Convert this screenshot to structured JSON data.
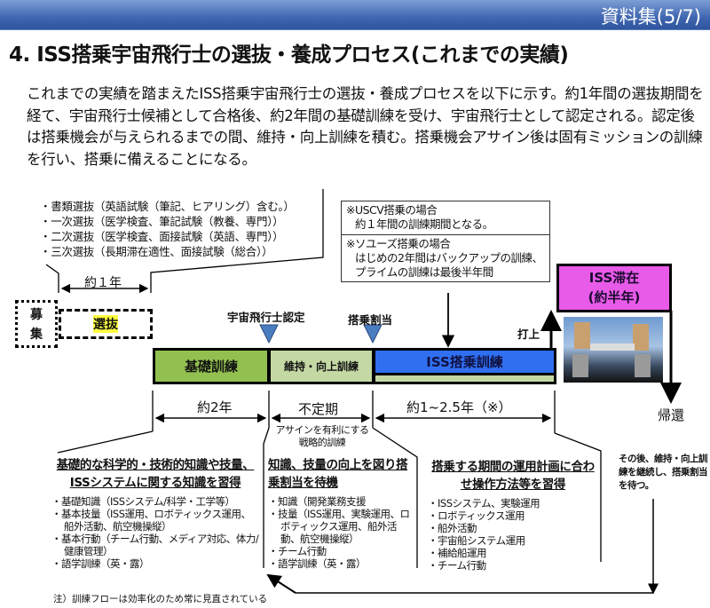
{
  "header": {
    "section": "資料集(5/7)"
  },
  "title": "4. ISS搭乗宇宙飛行士の選抜・養成プロセス(これまでの実績)",
  "intro": "これまでの実績を踏まえたISS搭乗宇宙飛行士の選抜・養成プロセスを以下に示す。約1年間の選抜期間を経て、宇宙飛行士候補として合格後、約2年間の基礎訓練を受け、宇宙飛行士として認定される。認定後は搭乗機会が与えられるまでの間、維持・向上訓練を積む。搭乗機会アサイン後は固有ミッションの訓練を行い、搭乗に備えることになる。",
  "selection_steps": [
    "書類選抜（英語試験（筆記、ヒアリング）含む。）",
    "一次選抜（医学検査、筆記試験（教養、専門））",
    "二次選抜（医学検査、面接試験（英語、専門））",
    "三次選抜（長期滞在適性、面接試験（総合））"
  ],
  "notes": {
    "uscv_title": "※USCV搭乗の場合",
    "uscv_text": "約１年間の訓練期間となる。",
    "soyuz_title": "※ソユーズ搭乗の場合",
    "soyuz_text1": "はじめの2年間はバックアップの訓練、",
    "soyuz_text2": "プライムの訓練は最後半年間"
  },
  "timeline": {
    "recruit": "募集",
    "selection": "選抜",
    "selection_span": "約１年",
    "certification": "宇宙飛行士認定",
    "assignment": "搭乗割当",
    "basic": "基礎訓練",
    "maintain": "維持・向上訓練",
    "iss_training": "ISS搭乗訓練",
    "launch": "打上",
    "iss_stay_1": "ISS滞在",
    "iss_stay_2": "(約半年)",
    "return": "帰還",
    "span_basic": "約2年",
    "span_maintain": "不定期",
    "span_iss": "約1~2.5年（※）",
    "maintain_note": "アサインを有利にする戦略的訓練"
  },
  "basic_box": {
    "title": "基礎的な科学的・技術的知識や技量、ISSシステムに関する知識を習得",
    "items": [
      "基礎知識（ISSシステム/科学・工学等）",
      "基本技量（ISS運用、ロボティックス運用、船外活動、航空機操縦）",
      "基本行動（チーム行動、メディア対応、体力/健康管理）",
      "語学訓練（英・露）"
    ]
  },
  "maintain_box": {
    "title": "知識、技量の向上を図り搭乗割当を待機",
    "items": [
      "知識（開発業務支援",
      "技量（ISS運用、実験運用、ロボティックス運用、船外活動、航空機操縦）",
      "チーム行動",
      "語学訓練（英・露）"
    ]
  },
  "iss_box": {
    "title": "搭乗する期間の運用計画に合わせ操作方法等を習得",
    "items": [
      "ISSシステム、実験運用",
      "ロボティックス運用",
      "船外活動",
      "宇宙船システム運用",
      "補給船運用",
      "チーム行動"
    ]
  },
  "after_note": "その後、維持・向上訓練を継続し、搭乗割当を待つ。",
  "footnote": "注）訓練フローは効率化のため常に見直されている",
  "colors": {
    "header": "#3f66b0",
    "basic": "#92c050",
    "maintain": "#c4d8a4",
    "iss": "#2f6ff0",
    "stay": "#e85ae8"
  }
}
